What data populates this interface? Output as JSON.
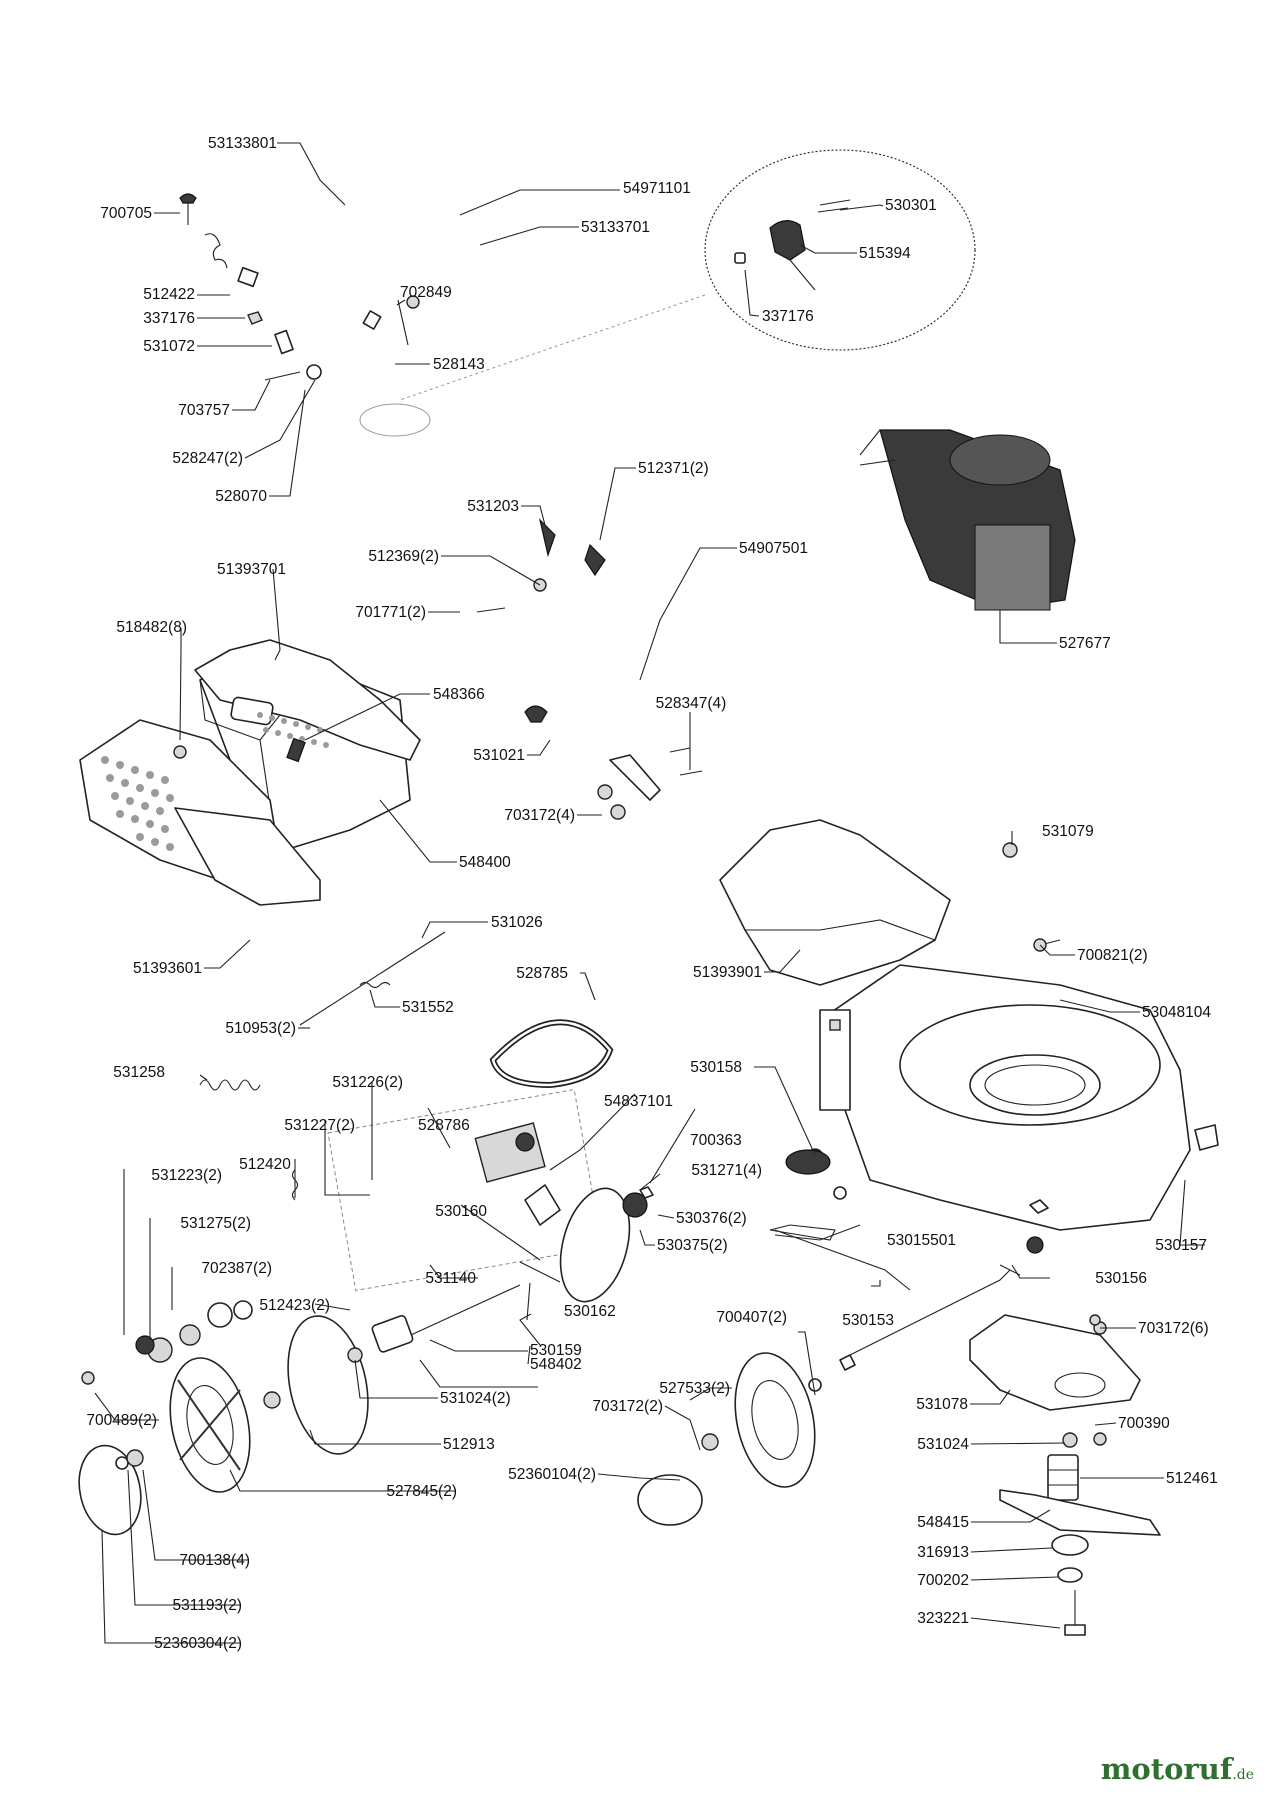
{
  "diagram": {
    "parts": [
      "53133801",
      "700705",
      "54971101",
      "53133701",
      "530301",
      "515394",
      "512422",
      "702849",
      "337176",
      "337176",
      "531072",
      "528143",
      "703757",
      "528247(2)",
      "528070",
      "512371(2)",
      "531203",
      "54907501",
      "512369(2)",
      "51393701",
      "701771(2)",
      "518482(8)",
      "527677",
      "548366",
      "528347(4)",
      "531021",
      "703172(4)",
      "548400",
      "531079",
      "51393601",
      "531026",
      "700821(2)",
      "51393901",
      "528785",
      "531552",
      "53048104",
      "510953(2)",
      "531258",
      "530158",
      "531226(2)",
      "54837101",
      "531227(2)",
      "528786",
      "700363",
      "512420",
      "531271(4)",
      "531223(2)",
      "530160",
      "530376(2)",
      "531275(2)",
      "530375(2)",
      "53015501",
      "530157",
      "702387(2)",
      "531140",
      "530156",
      "512423(2)",
      "530162",
      "700407(2)",
      "530153",
      "703172(6)",
      "530159",
      "548402",
      "527533(2)",
      "700489(2)",
      "531024(2)",
      "531078",
      "703172(2)",
      "700390",
      "512913",
      "531024",
      "52360104(2)",
      "512461",
      "527845(2)",
      "548415",
      "316913",
      "700138(4)",
      "700202",
      "531193(2)",
      "323221",
      "52360304(2)"
    ]
  },
  "watermark": {
    "brand": "motoruf",
    "tld": ".de"
  }
}
